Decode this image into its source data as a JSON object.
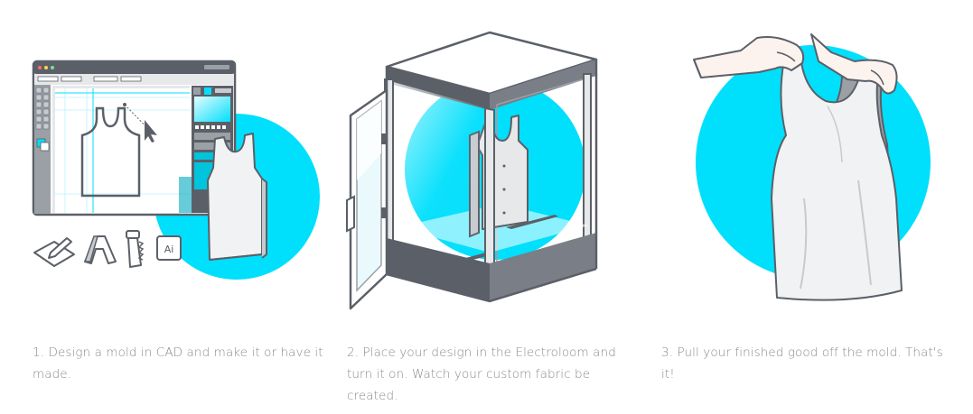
{
  "accent_color": "#00dffc",
  "outline_color": "#5b6068",
  "steps": [
    {
      "caption": "1. Design a mold in CAD and make it or have it made.",
      "illustration": "cad-software-window",
      "tool_icons": [
        "pencil-icon",
        "autocad-icon",
        "saw-icon",
        "illustrator-icon"
      ],
      "tool_icon_text": "Ai"
    },
    {
      "caption": "2. Place your design in the Electroloom and turn it on. Watch your custom fabric be created.",
      "illustration": "electroloom-machine"
    },
    {
      "caption": "3. Pull your finished good off the mold. That's it!",
      "illustration": "finished-tank-top"
    }
  ]
}
